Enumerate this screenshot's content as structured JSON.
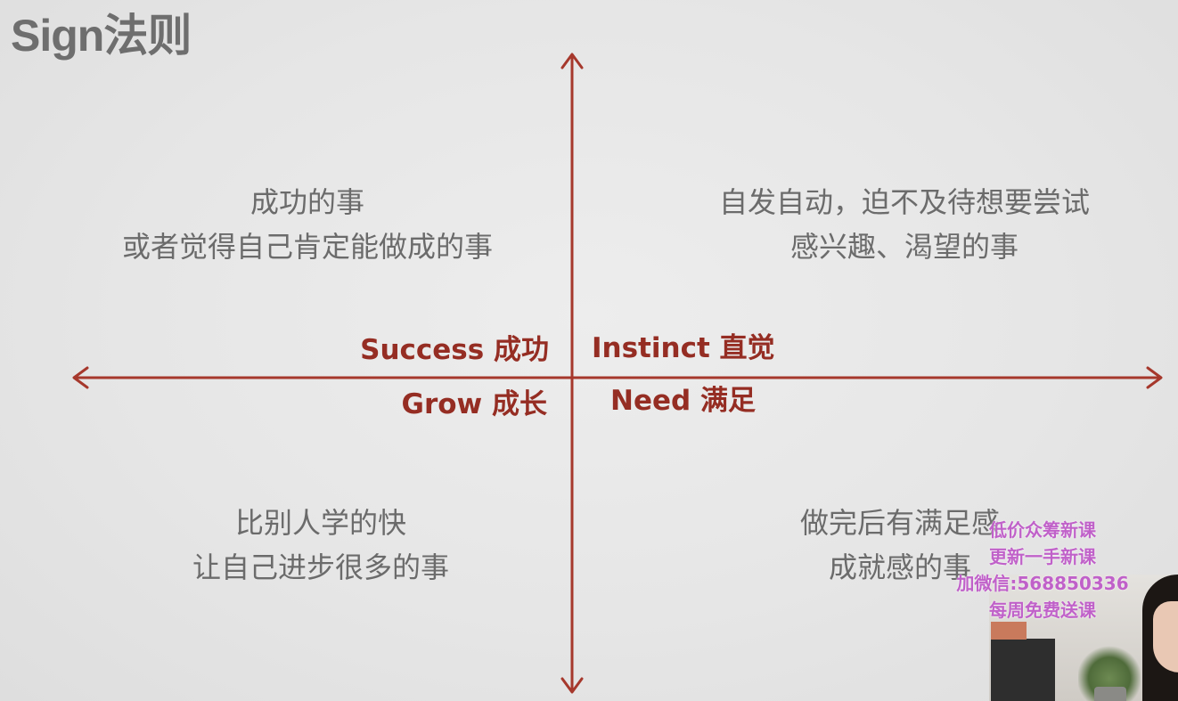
{
  "slide": {
    "title": "Sign法则"
  },
  "quadrants": {
    "top_left": [
      "成功的事",
      "或者觉得自己肯定能做成的事"
    ],
    "top_right": [
      "自发自动，迫不及待想要尝试",
      "感兴趣、渴望的事"
    ],
    "bottom_left": [
      "比别人学的快",
      "让自己进步很多的事"
    ],
    "bottom_right": [
      "做完后有满足感",
      "成就感的事"
    ]
  },
  "axis_labels": {
    "success": "Success 成功",
    "instinct": "Instinct 直觉",
    "grow": "Grow 成长",
    "need": "Need 满足"
  },
  "overlay_promo": {
    "lines": [
      "低价众筹新课",
      "更新一手新课",
      "加微信:568850336",
      "每周免费送课"
    ]
  },
  "colors": {
    "axis": "#a6382c",
    "axis_label": "#952d23",
    "body_text": "#6b6b6b",
    "title": "#6e6e6e",
    "promo": "#c061c9"
  }
}
